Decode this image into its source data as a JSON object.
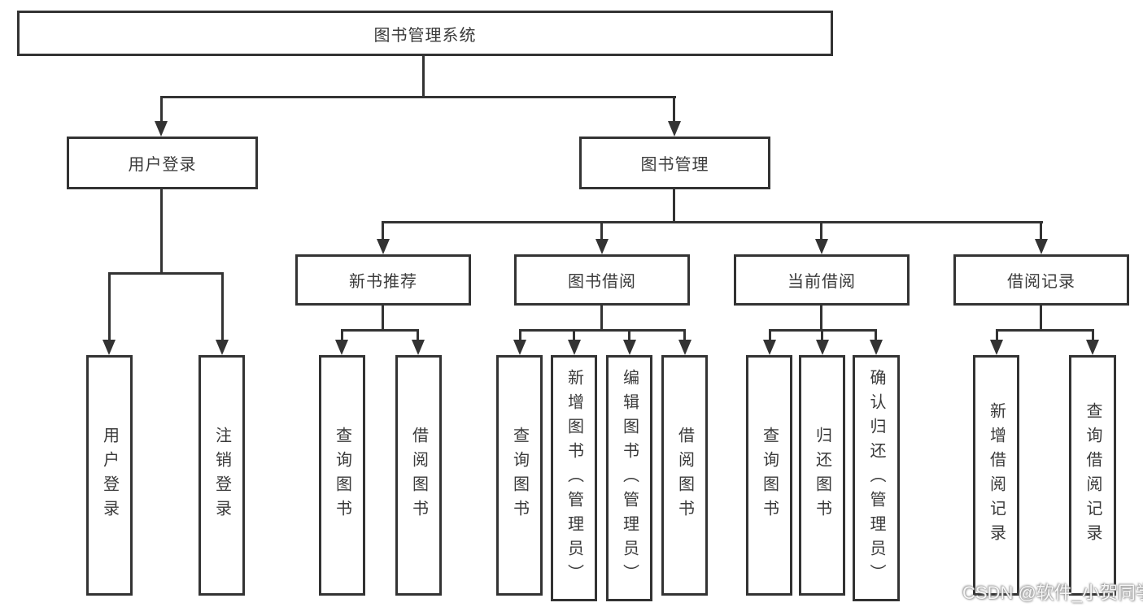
{
  "diagram": {
    "title": "图书管理系统",
    "children": [
      {
        "label": "用户登录",
        "children": [
          {
            "label": "用户登录"
          },
          {
            "label": "注销登录"
          }
        ]
      },
      {
        "label": "图书管理",
        "children": [
          {
            "label": "新书推荐",
            "children": [
              {
                "label": "查询图书"
              },
              {
                "label": "借阅图书"
              }
            ]
          },
          {
            "label": "图书借阅",
            "children": [
              {
                "label": "查询图书"
              },
              {
                "label": "新增图书（管理员）"
              },
              {
                "label": "编辑图书（管理员）"
              },
              {
                "label": "借阅图书"
              }
            ]
          },
          {
            "label": "当前借阅",
            "children": [
              {
                "label": "查询图书"
              },
              {
                "label": "归还图书"
              },
              {
                "label": "确认归还（管理员）"
              }
            ]
          },
          {
            "label": "借阅记录",
            "children": [
              {
                "label": "新增借阅记录"
              },
              {
                "label": "查询借阅记录"
              }
            ]
          }
        ]
      }
    ]
  },
  "watermark": {
    "text": "CSDN @软件_小贺同学"
  },
  "colors": {
    "line": "#333333",
    "text": "#3a3a3a",
    "background": "#ffffff",
    "watermark": "#bfbfbf"
  }
}
